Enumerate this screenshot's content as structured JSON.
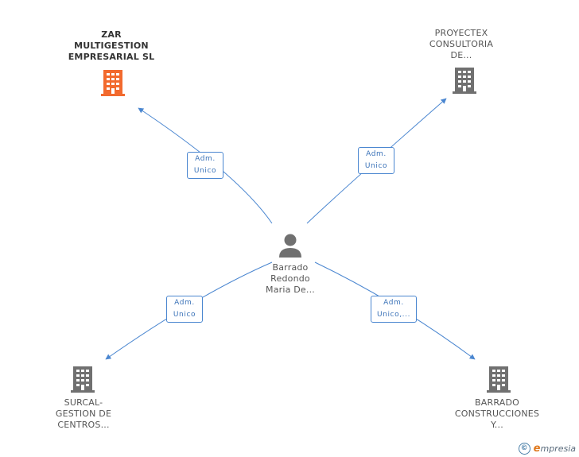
{
  "center": {
    "name_lines": [
      "Barrado",
      "Redondo",
      "Maria De..."
    ],
    "icon": "person-icon"
  },
  "companies": [
    {
      "id": "zar",
      "name_lines": [
        "ZAR",
        "MULTIGESTION",
        "EMPRESARIAL SL"
      ],
      "icon": "building-icon",
      "color": "#f26a2e",
      "highlight": true
    },
    {
      "id": "proyectex",
      "name_lines": [
        "PROYECTEX",
        "CONSULTORIA",
        "DE..."
      ],
      "icon": "building-icon",
      "color": "#707070",
      "highlight": false
    },
    {
      "id": "surcal",
      "name_lines": [
        "SURCAL-",
        "GESTION DE",
        "CENTROS..."
      ],
      "icon": "building-icon",
      "color": "#707070",
      "highlight": false
    },
    {
      "id": "barrado",
      "name_lines": [
        "BARRADO",
        "CONSTRUCCIONES",
        "Y..."
      ],
      "icon": "building-icon",
      "color": "#707070",
      "highlight": false
    }
  ],
  "edges": [
    {
      "to": "zar",
      "label_lines": [
        "Adm.",
        "Unico"
      ]
    },
    {
      "to": "proyectex",
      "label_lines": [
        "Adm.",
        "Unico"
      ]
    },
    {
      "to": "surcal",
      "label_lines": [
        "Adm.",
        "Unico"
      ]
    },
    {
      "to": "barrado",
      "label_lines": [
        "Adm.",
        "Unico,..."
      ]
    }
  ],
  "colors": {
    "edge": "#4a86d0",
    "person": "#707070",
    "building_highlight": "#f26a2e",
    "building_default": "#707070"
  },
  "footer": {
    "copyright_symbol": "©",
    "brand_initial": "e",
    "brand_rest": "mpresia"
  }
}
